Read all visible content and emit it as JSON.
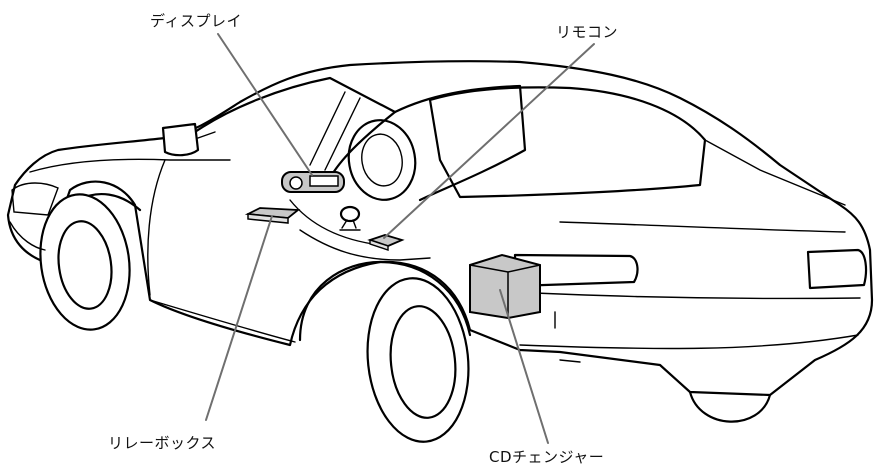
{
  "labels": {
    "display": "ディスプレイ",
    "remote": "リモコン",
    "relay_box": "リレーボックス",
    "cd_changer": "CDチェンジャー"
  },
  "colors": {
    "line": "#000000",
    "leader": "#6f6f6f",
    "component_fill": "#c8c8c8",
    "background": "#ffffff"
  }
}
